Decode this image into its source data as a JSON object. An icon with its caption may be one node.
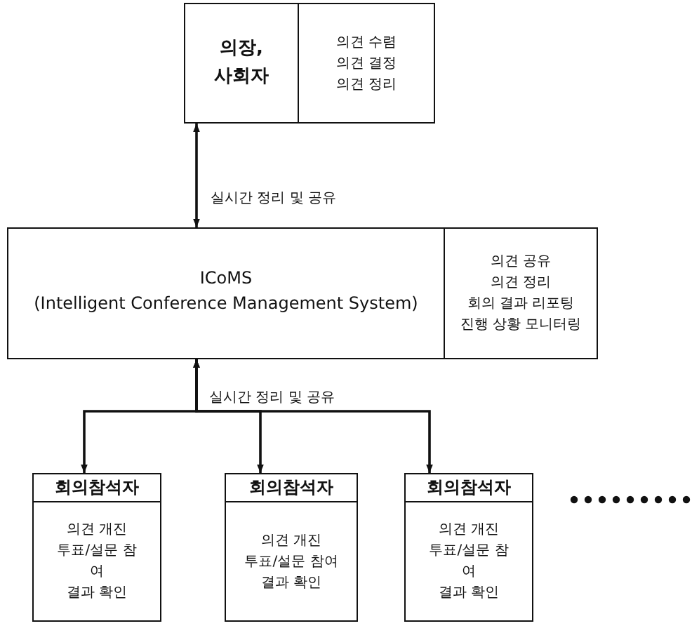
{
  "diagram": {
    "nodes": [
      {
        "text": [
          "의장, 사회자",
          "의견 수렴 의견 결정 의견 정리"
        ]
      },
      {
        "text": [
          "ICoMS",
          "(Intelligent Conference Management System)",
          "의견 공유 의견 정리 회의 결과 리포팅 진행 상황 모니터링"
        ]
      },
      {
        "text": [
          "회의참석자",
          "의견 개진 투표/설문 참여 결과 확인"
        ]
      },
      {
        "text": [
          "회의참석자",
          "의견 개진 투표/설문 참여 결과 확인"
        ]
      },
      {
        "text": [
          "회의참석자",
          "의견 개진 투표/설문 참여 결과 확인"
        ]
      }
    ],
    "edges": [
      {
        "from": 1,
        "to": 0,
        "arrow": "both",
        "label": "실시간 정리 및 공유"
      },
      {
        "from": 1,
        "to": 2,
        "arrow": "both",
        "label": "실시간 정리 및 공유"
      },
      {
        "from": 1,
        "to": 3,
        "arrow": "both"
      },
      {
        "from": 1,
        "to": 4,
        "arrow": "both"
      }
    ]
  }
}
